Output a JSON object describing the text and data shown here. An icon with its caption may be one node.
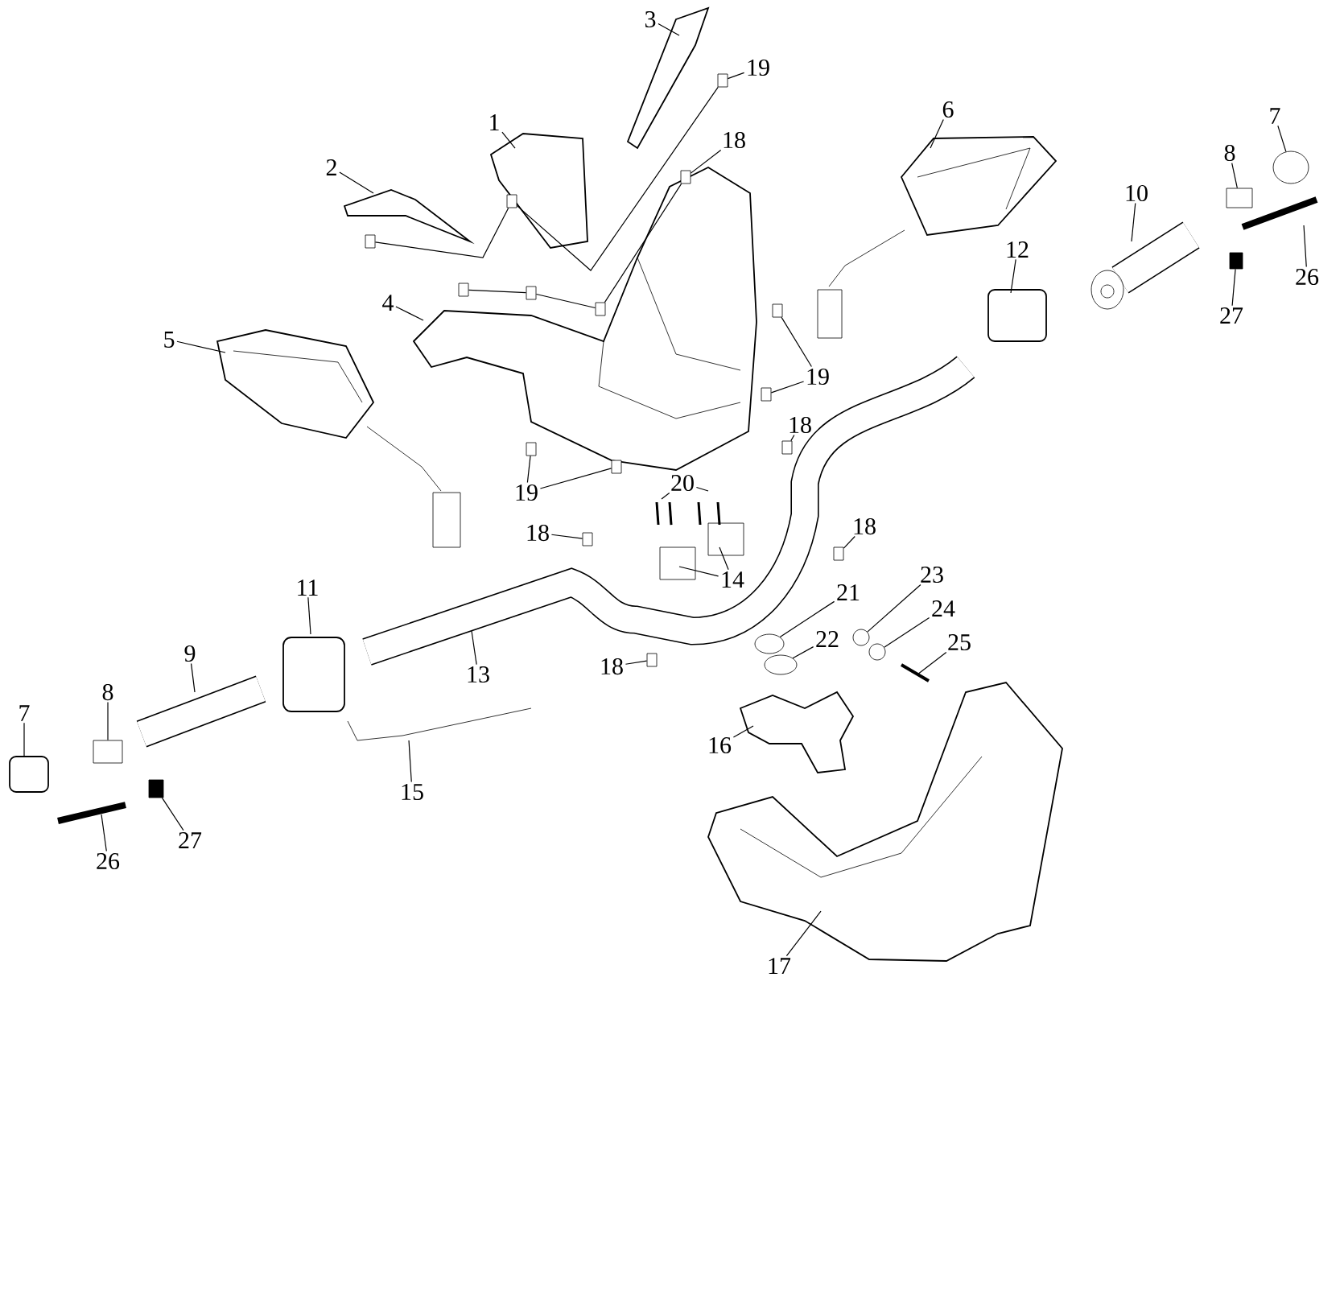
{
  "diagram": {
    "nodes": [
      {
        "text": [
          "3"
        ]
      },
      {
        "text": [
          "19"
        ]
      },
      {
        "text": [
          "6"
        ]
      },
      {
        "text": [
          "1"
        ]
      },
      {
        "text": [
          "18"
        ]
      },
      {
        "text": [
          "8"
        ]
      },
      {
        "text": [
          "7"
        ]
      },
      {
        "text": [
          "2"
        ]
      },
      {
        "text": [
          "10"
        ]
      },
      {
        "text": [
          "12"
        ]
      },
      {
        "text": [
          "26"
        ]
      },
      {
        "text": [
          "4"
        ]
      },
      {
        "text": [
          "27"
        ]
      },
      {
        "text": [
          "5"
        ]
      },
      {
        "text": [
          "19"
        ]
      },
      {
        "text": [
          "18"
        ]
      },
      {
        "text": [
          "20"
        ]
      },
      {
        "text": [
          "19"
        ]
      },
      {
        "text": [
          "18"
        ]
      },
      {
        "text": [
          "18"
        ]
      },
      {
        "text": [
          "23"
        ]
      },
      {
        "text": [
          "14"
        ]
      },
      {
        "text": [
          "11"
        ]
      },
      {
        "text": [
          "21"
        ]
      },
      {
        "text": [
          "24"
        ]
      },
      {
        "text": [
          "22"
        ]
      },
      {
        "text": [
          "25"
        ]
      },
      {
        "text": [
          "9"
        ]
      },
      {
        "text": [
          "18"
        ]
      },
      {
        "text": [
          "13"
        ]
      },
      {
        "text": [
          "8"
        ]
      },
      {
        "text": [
          "7"
        ]
      },
      {
        "text": [
          "16"
        ]
      },
      {
        "text": [
          "15"
        ]
      },
      {
        "text": [
          "27"
        ]
      },
      {
        "text": [
          "26"
        ]
      },
      {
        "text": [
          "17"
        ]
      },
      {
        "text": [],
        "shape": "box"
      },
      {
        "text": [],
        "shape": "box"
      },
      {
        "text": [],
        "shape": "box"
      },
      {
        "text": [],
        "shape": "box"
      },
      {
        "text": [],
        "shape": "box"
      },
      {
        "text": [],
        "shape": "box"
      },
      {
        "text": [],
        "shape": "box"
      },
      {
        "text": [],
        "shape": "box"
      },
      {
        "text": [],
        "shape": "box"
      },
      {
        "text": [],
        "shape": "box"
      },
      {
        "text": [],
        "shape": "box"
      },
      {
        "text": [],
        "shape": "box"
      },
      {
        "text": [],
        "shape": "box"
      },
      {
        "text": [],
        "shape": "box"
      },
      {
        "text": [],
        "shape": "box"
      },
      {
        "text": [],
        "shape": "box"
      },
      {
        "text": [],
        "shape": "circle"
      },
      {
        "text": [],
        "shape": "bar"
      },
      {
        "text": [],
        "shape": "bar"
      },
      {
        "text": [],
        "shape": "circle"
      },
      {
        "text": [],
        "shape": "circle"
      },
      {
        "text": [],
        "shape": "circle"
      },
      {
        "text": [],
        "shape": "circle"
      },
      {
        "text": [],
        "shape": "box"
      }
    ],
    "edges": [
      {
        "from": 0,
        "to": null,
        "arrow": "none"
      },
      {
        "from": 1,
        "to": 37,
        "arrow": "none"
      },
      {
        "from": 2,
        "to": null,
        "arrow": "none"
      },
      {
        "from": 3,
        "to": null,
        "arrow": "none"
      },
      {
        "from": 4,
        "to": 38,
        "arrow": "none"
      },
      {
        "from": 5,
        "to": 52,
        "arrow": "none"
      },
      {
        "from": 6,
        "to": 53,
        "arrow": "none"
      },
      {
        "from": 7,
        "to": null,
        "arrow": "none"
      },
      {
        "from": 8,
        "to": null,
        "arrow": "none"
      },
      {
        "from": 9,
        "to": null,
        "arrow": "none"
      },
      {
        "from": 10,
        "to": null,
        "arrow": "none"
      },
      {
        "from": 11,
        "to": null,
        "arrow": "none"
      },
      {
        "from": 12,
        "to": 54,
        "arrow": "none"
      },
      {
        "from": 13,
        "to": null,
        "arrow": "none"
      },
      {
        "from": 14,
        "to": 44,
        "arrow": "none"
      },
      {
        "from": 14,
        "to": 45,
        "arrow": "none"
      },
      {
        "from": 15,
        "to": 46,
        "arrow": "none"
      },
      {
        "from": 16,
        "to": null,
        "arrow": "none"
      },
      {
        "from": 16,
        "to": null,
        "arrow": "none"
      },
      {
        "from": 17,
        "to": 47,
        "arrow": "none"
      },
      {
        "from": 17,
        "to": 48,
        "arrow": "none"
      },
      {
        "from": 18,
        "to": 49,
        "arrow": "none"
      },
      {
        "from": 19,
        "to": 50,
        "arrow": "none"
      },
      {
        "from": 20,
        "to": 58,
        "arrow": "none"
      },
      {
        "from": 21,
        "to": null,
        "arrow": "none"
      },
      {
        "from": 21,
        "to": null,
        "arrow": "none"
      },
      {
        "from": 22,
        "to": null,
        "arrow": "none"
      },
      {
        "from": 23,
        "to": 56,
        "arrow": "none"
      },
      {
        "from": 24,
        "to": 59,
        "arrow": "none"
      },
      {
        "from": 25,
        "to": 57,
        "arrow": "none"
      },
      {
        "from": 26,
        "to": null,
        "arrow": "none"
      },
      {
        "from": 27,
        "to": null,
        "arrow": "none"
      },
      {
        "from": 28,
        "to": 51,
        "arrow": "none"
      },
      {
        "from": 29,
        "to": null,
        "arrow": "none"
      },
      {
        "from": 30,
        "to": 60,
        "arrow": "none"
      },
      {
        "from": 31,
        "to": null,
        "arrow": "none"
      },
      {
        "from": 32,
        "to": null,
        "arrow": "none"
      },
      {
        "from": 33,
        "to": null,
        "arrow": "none"
      },
      {
        "from": 34,
        "to": 55,
        "arrow": "none"
      },
      {
        "from": 35,
        "to": null,
        "arrow": "none"
      },
      {
        "from": 36,
        "to": null,
        "arrow": "none"
      },
      {
        "from": 39,
        "to": 37,
        "arrow": "none"
      },
      {
        "from": 40,
        "to": 39,
        "arrow": "none"
      },
      {
        "from": 41,
        "to": 42,
        "arrow": "none"
      },
      {
        "from": 42,
        "to": 43,
        "arrow": "none"
      },
      {
        "from": 43,
        "to": 38,
        "arrow": "none"
      }
    ]
  }
}
